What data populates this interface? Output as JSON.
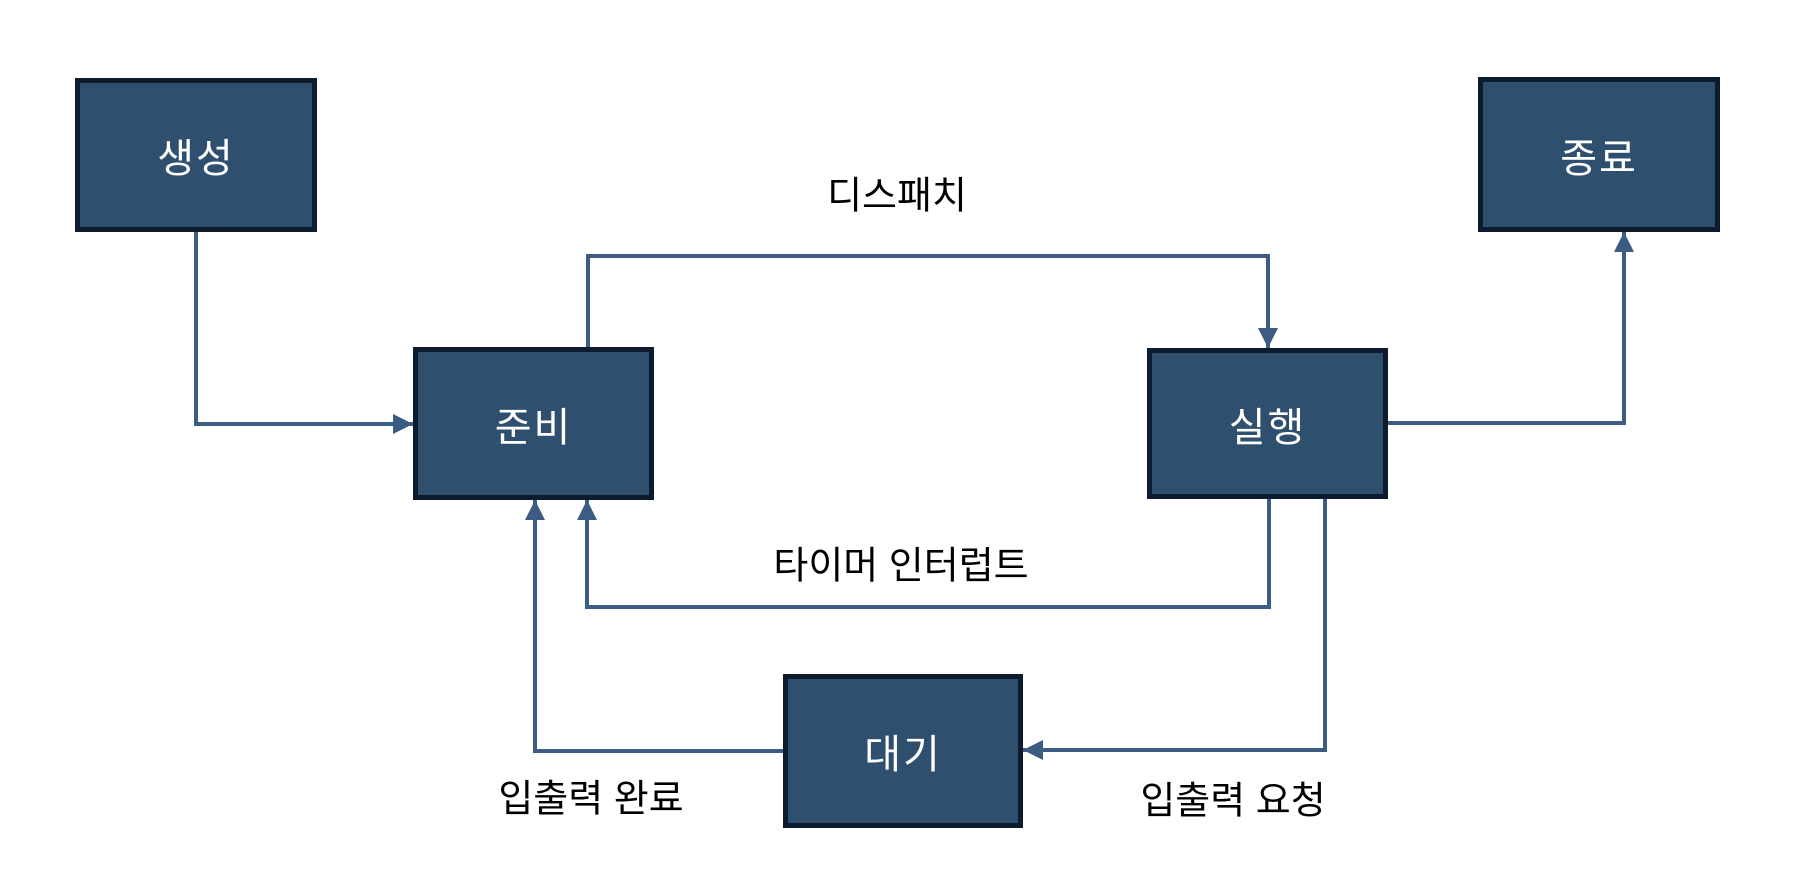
{
  "diagram": {
    "type": "state-transition-diagram",
    "subject": "process-state-lifecycle",
    "colors": {
      "node_fill": "#2F4F6E",
      "node_border": "#0D1B2E",
      "connector": "#3C5C84",
      "node_text": "#FFFFFF",
      "label_text": "#000000",
      "background": "#FFFFFF"
    },
    "nodes": [
      {
        "id": "created",
        "label": "생성"
      },
      {
        "id": "ready",
        "label": "준비"
      },
      {
        "id": "running",
        "label": "실행"
      },
      {
        "id": "terminated",
        "label": "종료"
      },
      {
        "id": "waiting",
        "label": "대기"
      }
    ],
    "edges": [
      {
        "from": "created",
        "to": "ready",
        "label": ""
      },
      {
        "from": "ready",
        "to": "running",
        "label": "디스패치"
      },
      {
        "from": "running",
        "to": "terminated",
        "label": ""
      },
      {
        "from": "running",
        "to": "ready",
        "label": "타이머 인터럽트"
      },
      {
        "from": "running",
        "to": "waiting",
        "label": "입출력 요청"
      },
      {
        "from": "waiting",
        "to": "ready",
        "label": "입출력 완료"
      }
    ]
  }
}
